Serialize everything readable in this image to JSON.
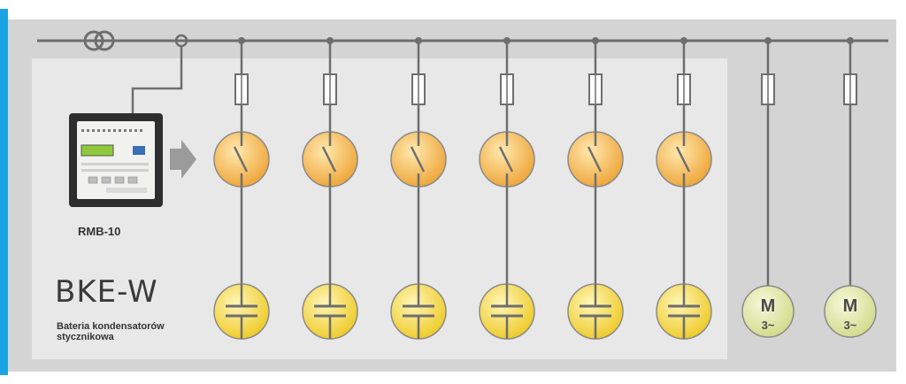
{
  "diagram": {
    "device_label": "RMB-10",
    "system_title": "BKE-W",
    "system_description_line1": "Bateria kondensatorów",
    "system_description_line2": "stycznikowa",
    "motor_symbol": "M",
    "motor_phase": "3~",
    "capacitor_branches": 6,
    "motor_branches": 2,
    "colors": {
      "accent_bar": "#1aa3e0",
      "panel_light": "#e7e7e7",
      "panel_dark": "#d2d2d2",
      "contactor_fill": "#f3b34c",
      "capacitor_fill": "#f3d23e",
      "motor_fill": "#dfe6a4",
      "line": "#6e6e6e"
    }
  }
}
